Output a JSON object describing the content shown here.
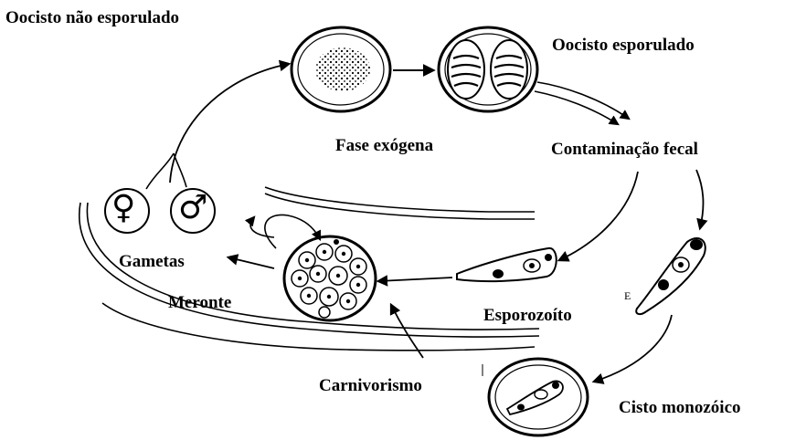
{
  "labels": {
    "oocisto_nao_esporulado": "Oocisto não esporulado",
    "oocisto_esporulado": "Oocisto esporulado",
    "fase_exogena": "Fase exógena",
    "contaminacao_fecal": "Contaminação fecal",
    "gametas": "Gametas",
    "meronte": "Meronte",
    "esporozoito": "Esporozoíto",
    "carnivorismo": "Carnivorismo",
    "cisto_monozoico": "Cisto monozóico",
    "stray_mark": "E"
  },
  "symbols": {
    "female": "♀",
    "male": "♂"
  }
}
